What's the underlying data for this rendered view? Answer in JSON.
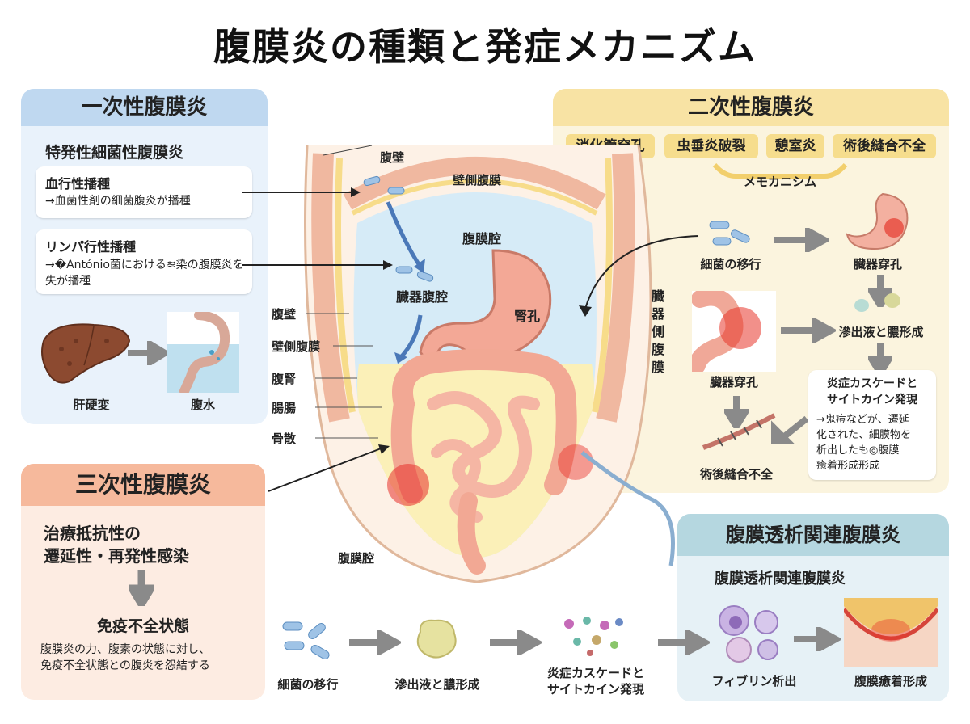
{
  "title": "腹膜炎の種類と発症メカニズム",
  "primary": {
    "header": "一次性腹膜炎",
    "subtitle": "特発性細菌性腹膜炎",
    "card1_title": "血行性播種",
    "card1_text": "→血菌性剤の細菌腹炎が播種",
    "card2_title": "リンパ行性播種",
    "card2_text_line1": "→�António菌における≋染の腹膜炎を",
    "card2_text_line2": "失が播種",
    "liver_label": "肝硬変",
    "ascites_label": "腹水"
  },
  "secondary": {
    "header": "二次性腹膜炎",
    "tags": [
      "消化管穿孔",
      "虫垂炎破裂",
      "憩室炎",
      "術後縫合不全"
    ],
    "mechanism": "メモカニシム",
    "bacteria_label": "細菌の移行",
    "perforation_label": "臓器穿孔",
    "exudate_label": "滲出液と膿形成",
    "perforation2_label": "臓器穿孔",
    "cascade_title_line1": "炎症カスケードと",
    "cascade_title_line2": "サイトカイン発現",
    "cascade_text_line1": "→鬼痘などが、遷延",
    "cascade_text_line2": "化された、細膜物を",
    "cascade_text_line3": "析出したも◎腹膜",
    "cascade_text_line4": "癒着形成形成",
    "suture_label": "術後縫合不全"
  },
  "tertiary": {
    "header": "三次性腹膜炎",
    "line1": "治療抵抗性の",
    "line2": "遷延性・再発性感染",
    "immune": "免疫不全状態",
    "desc_line1": "腹膜炎の力、腹素の状態に対し、",
    "desc_line2": "免疫不全状態との腹炎を怨結する"
  },
  "dialysis": {
    "header": "腹膜透析関連腹膜炎",
    "subtitle": "腹膜透析関連腹膜炎",
    "fibrin_label": "フィブリン析出",
    "adhesion_label": "腹膜癒着形成"
  },
  "center": {
    "top_abdominal_wall": "腹壁",
    "top_parietal": "壁側腹膜",
    "cavity": "腹膜腔",
    "visceral_cavity": "臓器腹腔",
    "stomach_label": "腎孔",
    "visceral_peritoneum": "臓器側腹膜",
    "left_labels": [
      "腹壁",
      "壁側腹膜",
      "腹腎",
      "腸腸",
      "骨散"
    ],
    "bottom_cavity": "腹膜腔"
  },
  "flow": {
    "step1": "細菌の移行",
    "step2": "滲出液と膿形成",
    "step3_line1": "炎症カスケードと",
    "step3_line2": "サイトカイン発現"
  }
}
